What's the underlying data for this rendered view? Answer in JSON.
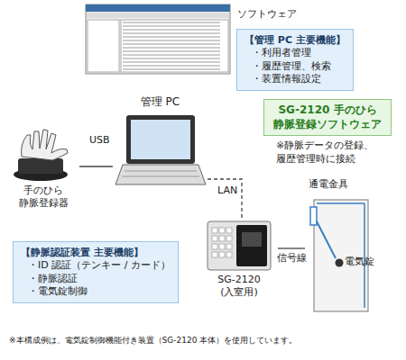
{
  "diagram": {
    "nodes": [
      {
        "text": [
          "ソフトウェア"
        ]
      },
      {
        "text": [
          "【管理 PC 主要機能】",
          "・利用者管理",
          "・履歴管理、検索",
          "・装置情報設定"
        ]
      },
      {
        "text": [
          "SG-2120 手のひら 静脈登録ソフトウェア"
        ]
      },
      {
        "text": [
          "手のひら 静脈登録器"
        ]
      },
      {
        "text": [
          "管理 PC"
        ]
      },
      {
        "text": [
          "SG-2120 (入室用)"
        ]
      },
      {
        "text": [
          "通電金具",
          "電気錠"
        ]
      },
      {
        "text": [
          "【静脈認証装置 主要機能】",
          "・ID 認証（テンキー / カード）",
          "・静脈認証",
          "・電気錠制御"
        ]
      }
    ],
    "edges": [
      {
        "from": 3,
        "to": 4,
        "label": "USB",
        "arrow": "none"
      },
      {
        "from": 4,
        "to": 5,
        "label": "LAN",
        "arrow": "none"
      },
      {
        "from": 5,
        "to": 6,
        "label": "信号線",
        "arrow": "none"
      }
    ],
    "labels": [
      "※静脈データの登録、 履歴管理時に接続",
      "※本構成例は、電気錠制御機能付き装置（SG-2120 本体）を使用しています。"
    ]
  }
}
